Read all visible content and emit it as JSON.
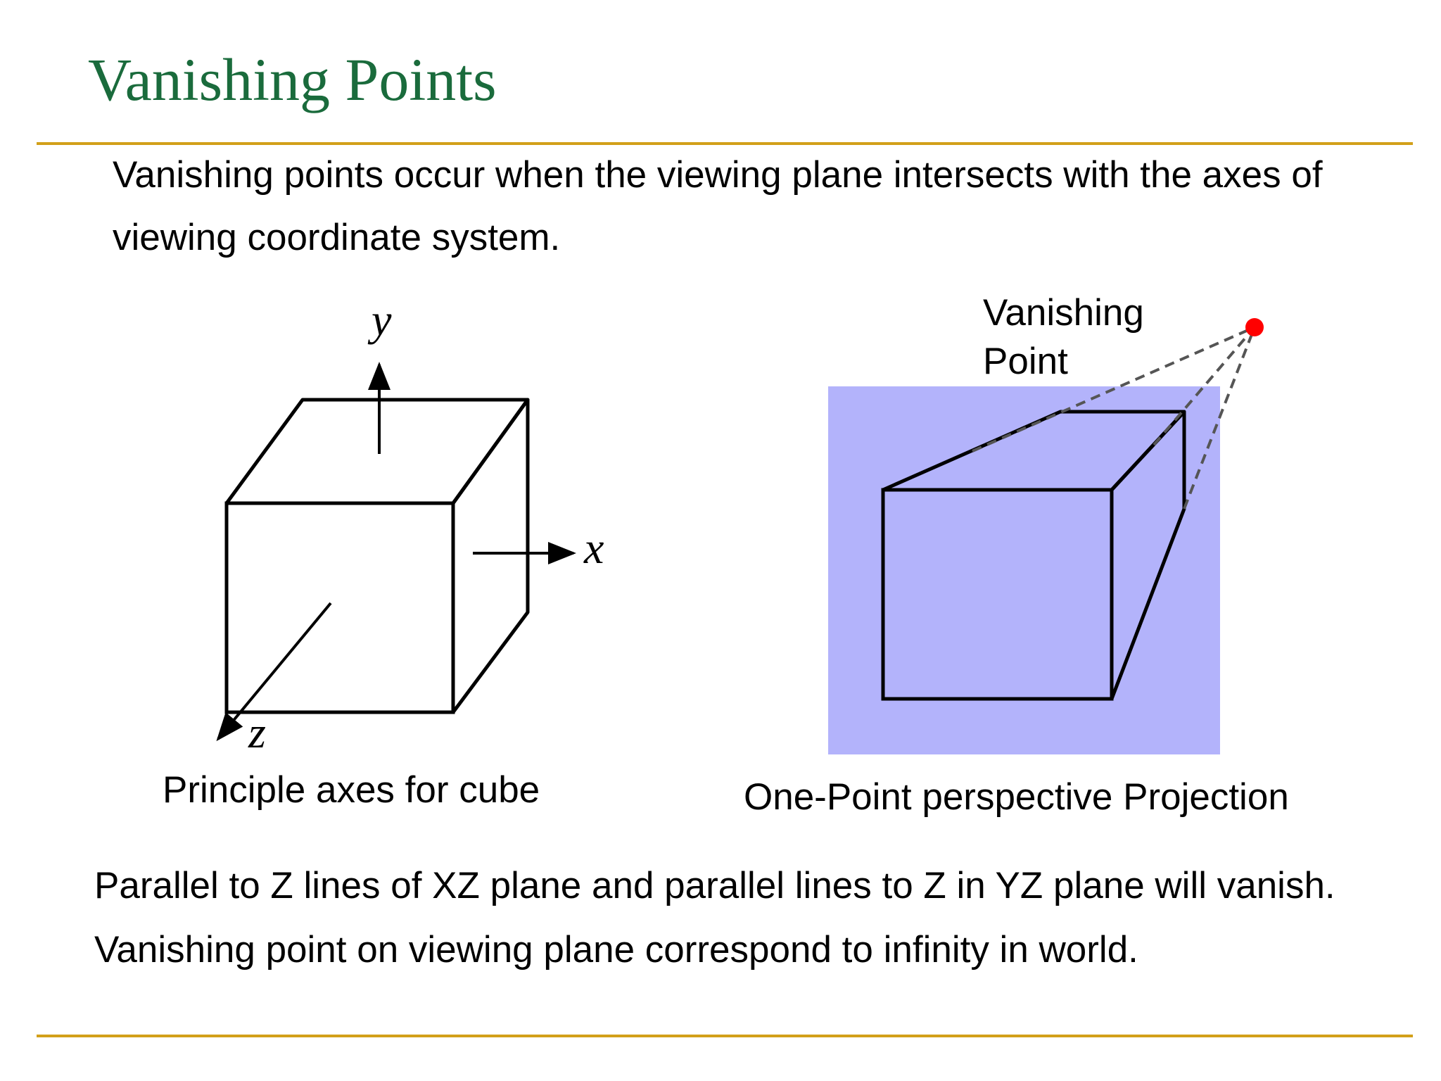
{
  "slide": {
    "title": "Vanishing Points",
    "intro_text": "Vanishing points occur when the viewing plane intersects with the axes of viewing coordinate system.",
    "bottom_text": "Parallel to Z lines of XZ plane and parallel lines to Z in YZ plane will vanish. Vanishing point on viewing plane correspond to infinity in world."
  },
  "left_figure": {
    "axis_y": "y",
    "axis_x": "x",
    "axis_z": "z",
    "caption": "Principle axes for cube"
  },
  "right_figure": {
    "vp_label_line1": "Vanishing",
    "vp_label_line2": "Point",
    "caption": "One-Point perspective Projection"
  },
  "colors": {
    "title": "#1a6b3c",
    "rule": "#d2a019",
    "viewing_plane": "#b3b3fb",
    "vanishing_point": "#ff0000",
    "dashed_lines": "#555555"
  }
}
